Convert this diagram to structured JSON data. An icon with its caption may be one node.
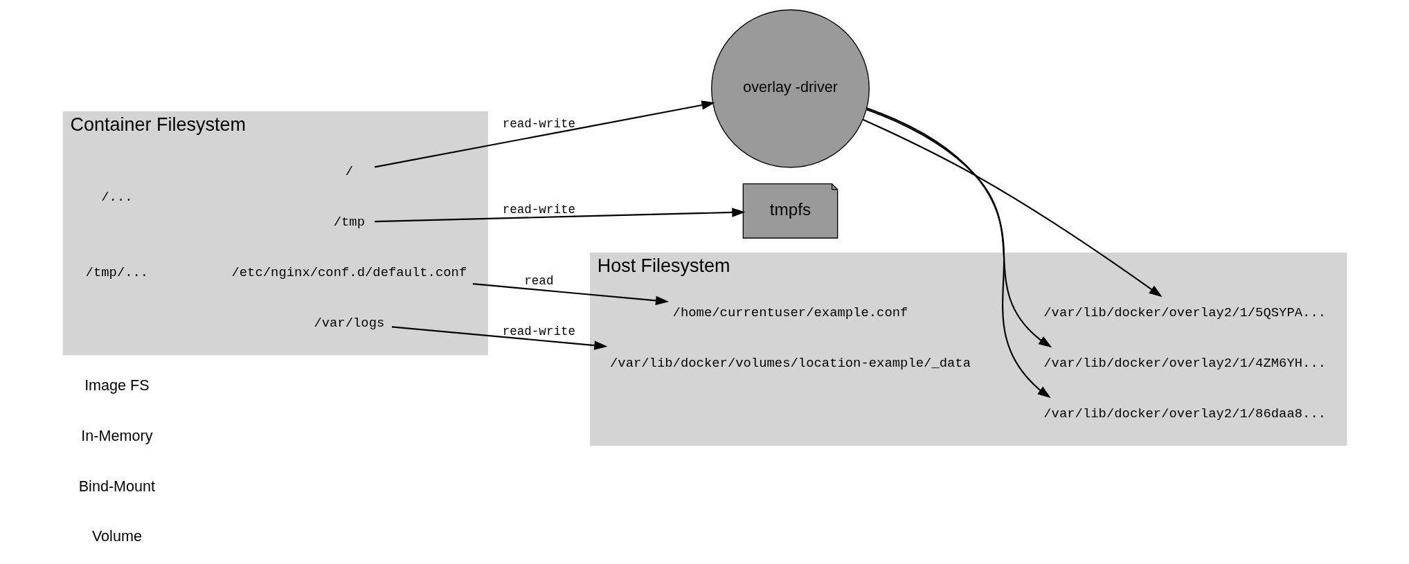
{
  "diagram": {
    "nodes": [
      {
        "text": [
          "Container Filesystem"
        ]
      },
      {
        "text": [
          "/"
        ],
        "in": 0
      },
      {
        "text": [
          "/..."
        ],
        "in": 0
      },
      {
        "text": [
          "/tmp"
        ],
        "in": 0
      },
      {
        "text": [
          "/tmp/..."
        ],
        "in": 0
      },
      {
        "text": [
          "/etc/nginx/conf.d/default.conf"
        ],
        "in": 0
      },
      {
        "text": [
          "/var/logs"
        ],
        "in": 0
      },
      {
        "text": [
          "overlay -driver"
        ]
      },
      {
        "text": [
          "tmpfs"
        ]
      },
      {
        "text": [
          "Host Filesystem"
        ]
      },
      {
        "text": [
          "/var/lib/docker/overlay2/1/5QSYPA..."
        ],
        "in": 9
      },
      {
        "text": [
          "/var/lib/docker/overlay2/1/4ZM6YH..."
        ],
        "in": 9
      },
      {
        "text": [
          "/var/lib/docker/overlay2/1/86daa8..."
        ],
        "in": 9
      },
      {
        "text": [
          "/home/currentuser/example.conf"
        ],
        "in": 9
      },
      {
        "text": [
          "/var/lib/docker/volumes/location-example/_data"
        ],
        "in": 9
      }
    ],
    "edges": [
      {
        "from": 1,
        "to": 7,
        "arrow": "to",
        "label": "read-write"
      },
      {
        "from": 7,
        "to": 10,
        "arrow": "to"
      },
      {
        "from": 7,
        "to": 11,
        "arrow": "to"
      },
      {
        "from": 7,
        "to": 12,
        "arrow": "to"
      },
      {
        "from": 3,
        "to": 8,
        "arrow": "to",
        "label": "read-write"
      },
      {
        "from": 5,
        "to": 13,
        "arrow": "to",
        "label": "read"
      },
      {
        "from": 6,
        "to": 14,
        "arrow": "to",
        "label": "read-write"
      }
    ],
    "labels": [
      "Image FS",
      "In-Memory",
      "Bind-Mount",
      "Volume"
    ]
  }
}
